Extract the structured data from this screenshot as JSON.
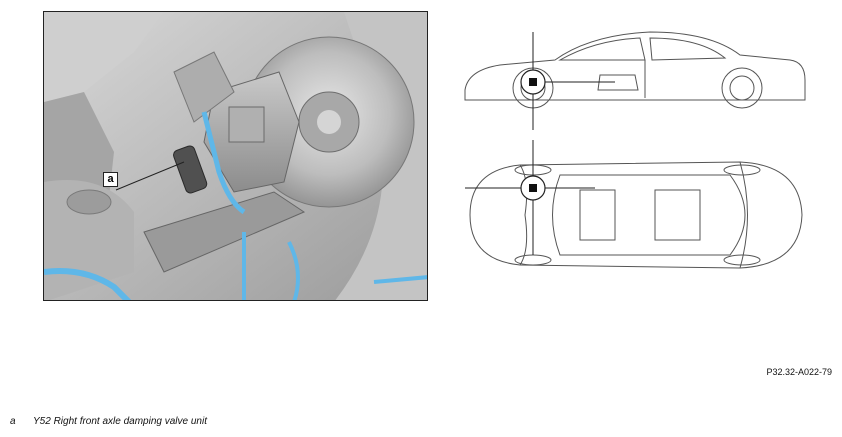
{
  "callout": {
    "label": "a"
  },
  "figure": {
    "code": "P32.32-A022-79"
  },
  "legend": [
    {
      "key": "a",
      "text": "Y52 Right front axle damping valve unit"
    }
  ],
  "colors": {
    "highlight": "#5fb7e8",
    "line": "#333333"
  }
}
